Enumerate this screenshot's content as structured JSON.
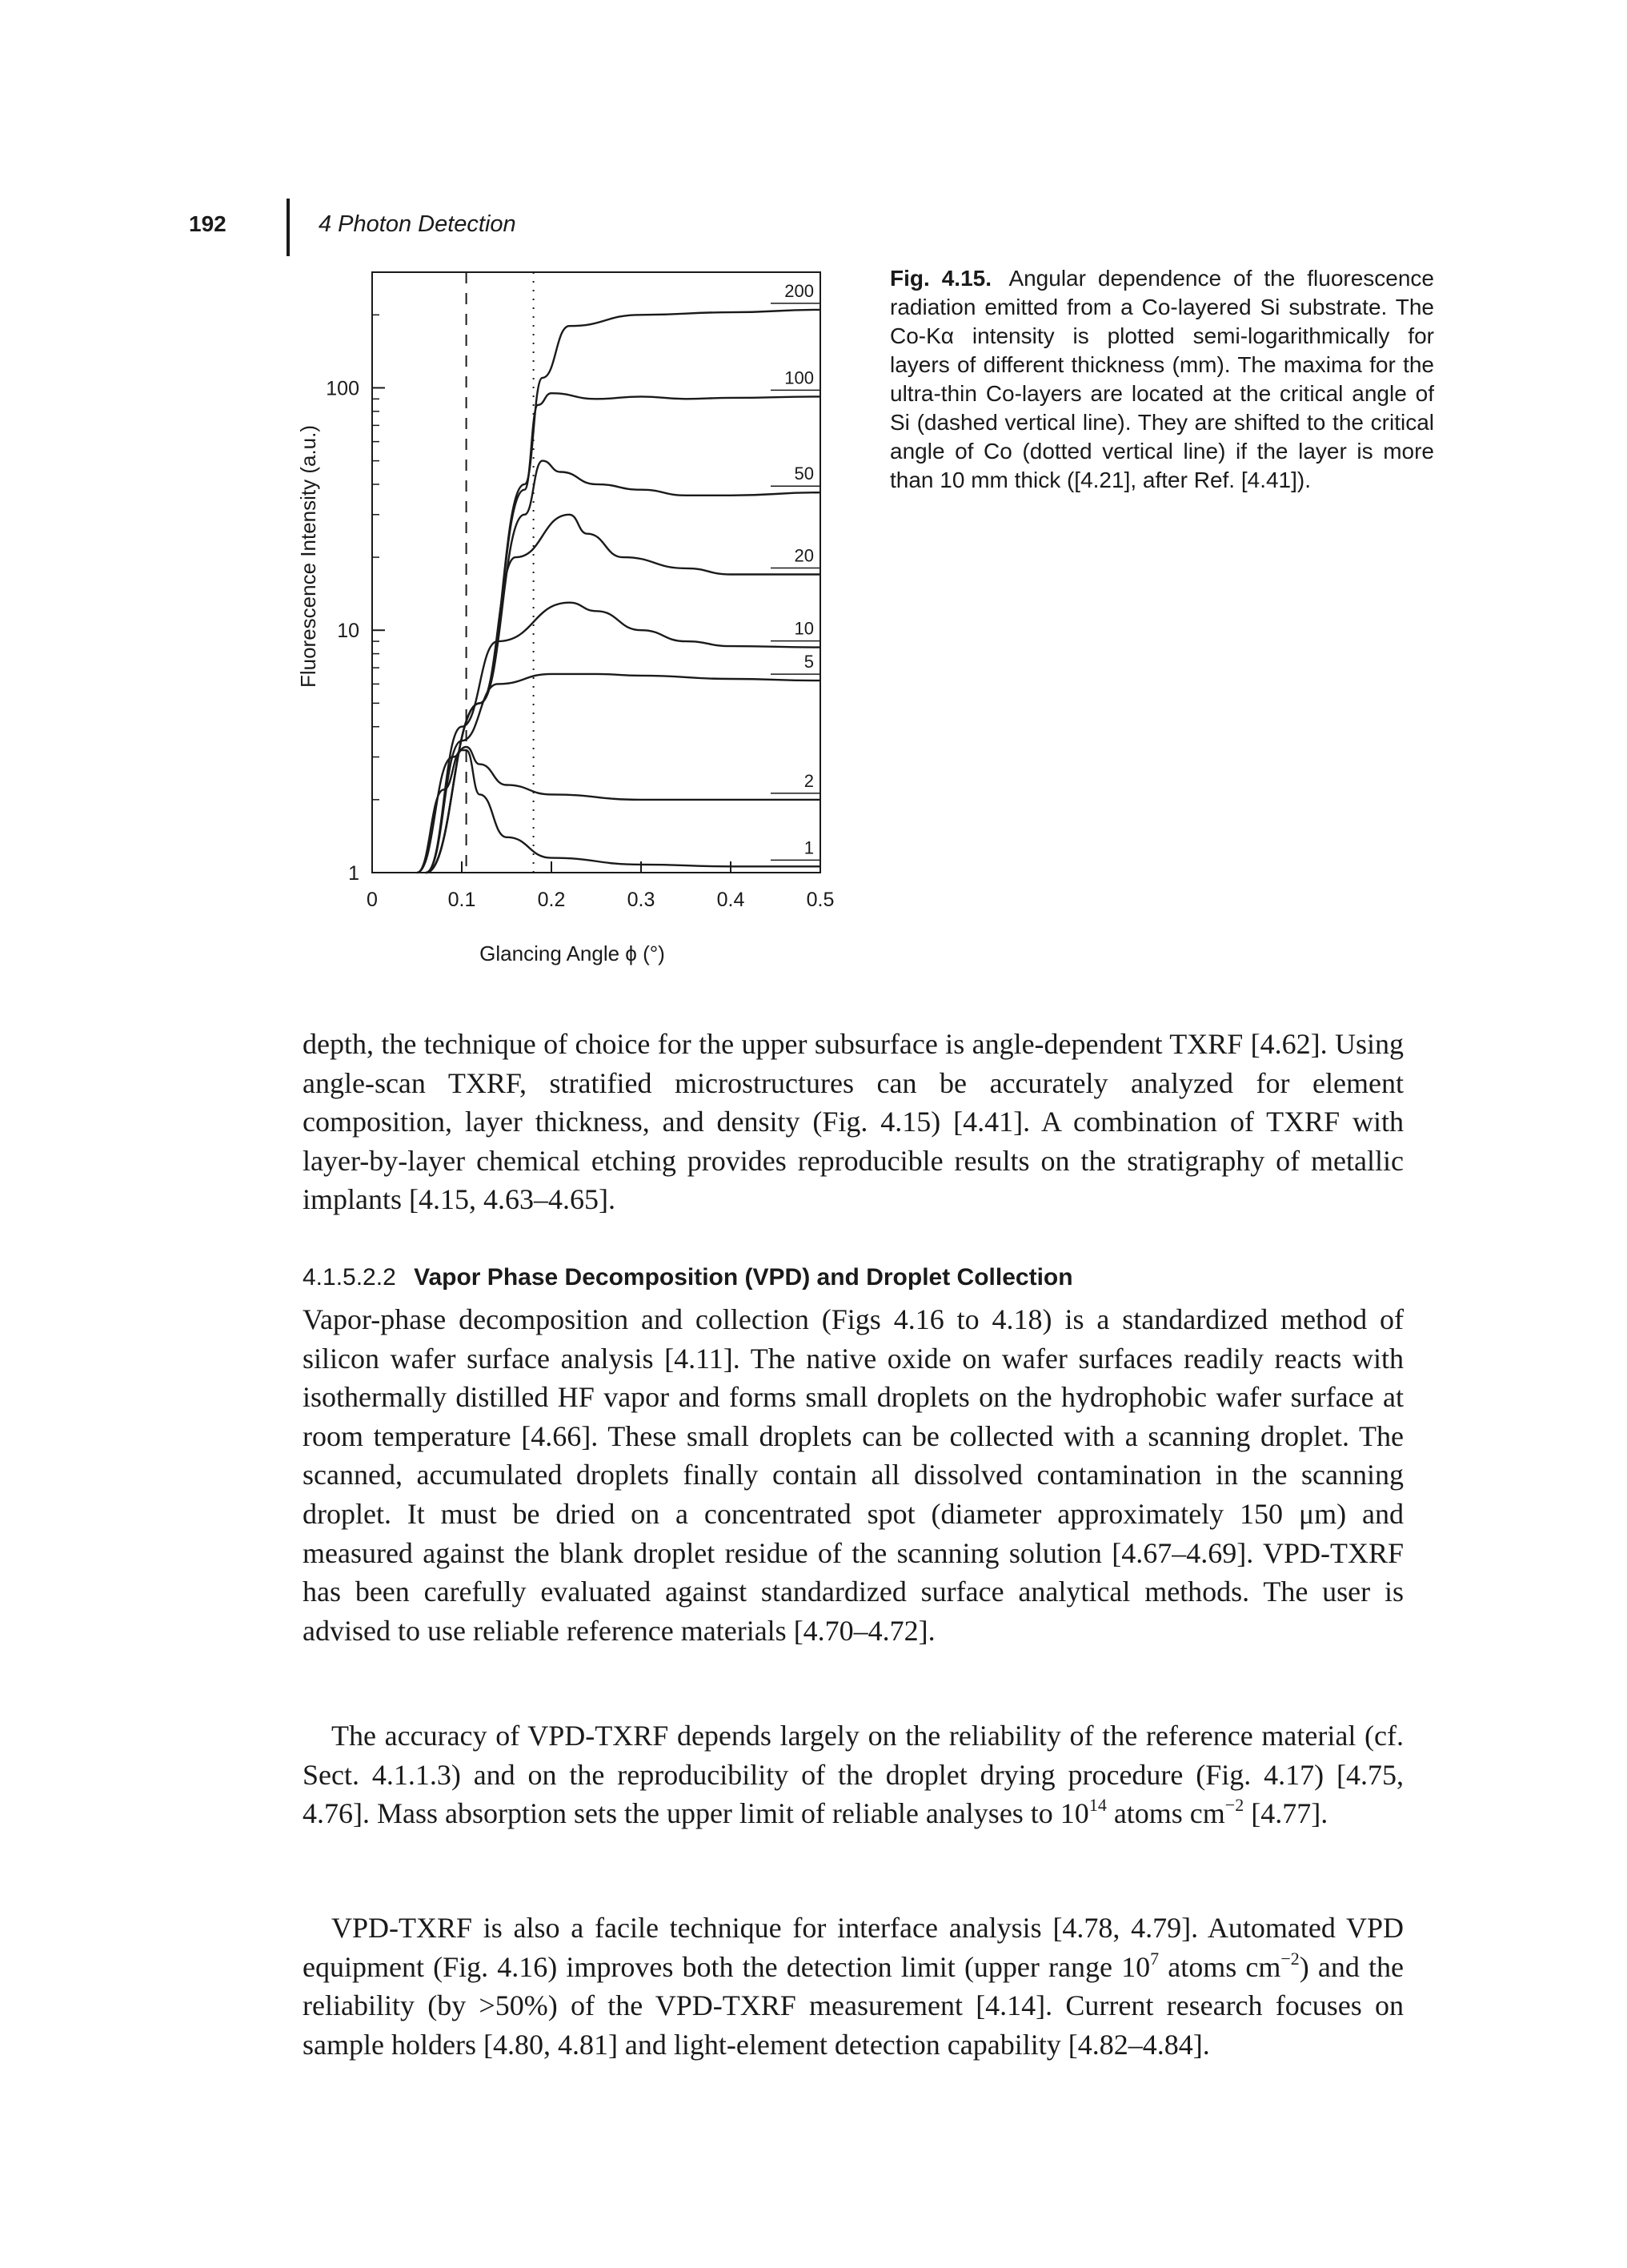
{
  "header": {
    "page_number": "192",
    "chapter": "4   Photon Detection"
  },
  "figure": {
    "label": "Fig. 4.15.",
    "caption": "Angular dependence of the fluorescence radiation emitted from a Co-layered Si substrate. The Co-Kα intensity is plotted semi-logarithmically for layers of different thickness (mm). The maxima for the ultra-thin Co-layers are located at the critical angle of Si (dashed vertical line). They are shifted to the critical angle of Co (dotted vertical line) if the layer is more than 10 mm thick ([4.21], after Ref. [4.41])."
  },
  "chart_data": {
    "type": "line",
    "xlabel": "Glancing Angle ϕ (°)",
    "ylabel": "Fluorescence Intensity (a.u.)",
    "xlim": [
      0,
      0.5
    ],
    "ylim": [
      1,
      300
    ],
    "yscale": "log",
    "x_ticks": [
      "0",
      "0.1",
      "0.2",
      "0.3",
      "0.4",
      "0.5"
    ],
    "y_ticks": [
      "1",
      "10",
      "100"
    ],
    "reference_lines": [
      {
        "style": "dashed",
        "x": 0.105,
        "meaning": "critical angle of Si"
      },
      {
        "style": "dotted",
        "x": 0.18,
        "meaning": "critical angle of Co"
      }
    ],
    "series": [
      {
        "name": "200",
        "x": [
          0.06,
          0.12,
          0.17,
          0.19,
          0.22,
          0.3,
          0.4,
          0.5
        ],
        "y": [
          1,
          5,
          40,
          110,
          180,
          200,
          205,
          210
        ]
      },
      {
        "name": "100",
        "x": [
          0.06,
          0.12,
          0.17,
          0.185,
          0.2,
          0.25,
          0.3,
          0.35,
          0.4,
          0.5
        ],
        "y": [
          1,
          5,
          38,
          85,
          95,
          90,
          92,
          90,
          91,
          92
        ]
      },
      {
        "name": "50",
        "x": [
          0.06,
          0.12,
          0.17,
          0.19,
          0.21,
          0.25,
          0.3,
          0.35,
          0.4,
          0.5
        ],
        "y": [
          1,
          5,
          30,
          50,
          45,
          40,
          38,
          36,
          36,
          37
        ]
      },
      {
        "name": "20",
        "x": [
          0.06,
          0.12,
          0.16,
          0.22,
          0.24,
          0.28,
          0.35,
          0.4,
          0.5
        ],
        "y": [
          1,
          5,
          20,
          30,
          25,
          20,
          18,
          17,
          17
        ]
      },
      {
        "name": "10",
        "x": [
          0.06,
          0.1,
          0.14,
          0.22,
          0.25,
          0.3,
          0.35,
          0.4,
          0.5
        ],
        "y": [
          1,
          4,
          9,
          13,
          12,
          10,
          9,
          8.6,
          8.5
        ]
      },
      {
        "name": "5",
        "x": [
          0.06,
          0.1,
          0.14,
          0.2,
          0.25,
          0.3,
          0.4,
          0.5
        ],
        "y": [
          1,
          3.5,
          6,
          6.6,
          6.6,
          6.5,
          6.3,
          6.2
        ]
      },
      {
        "name": "2",
        "x": [
          0.05,
          0.09,
          0.105,
          0.12,
          0.15,
          0.2,
          0.3,
          0.4,
          0.5
        ],
        "y": [
          1,
          3,
          3.3,
          2.8,
          2.3,
          2.1,
          2,
          2,
          2
        ]
      },
      {
        "name": "1",
        "x": [
          0.05,
          0.08,
          0.1,
          0.105,
          0.12,
          0.15,
          0.2,
          0.3,
          0.4,
          0.5
        ],
        "y": [
          1,
          2.2,
          3.2,
          3.2,
          2.1,
          1.4,
          1.15,
          1.08,
          1.06,
          1.06
        ]
      }
    ]
  },
  "paragraph1": "depth, the technique of choice for the upper subsurface is angle-dependent TXRF [4.62]. Using angle-scan TXRF, stratified microstructures can be accurately analyzed for element composition, layer thickness, and density (Fig. 4.15) [4.41]. A combination of TXRF with layer-by-layer chemical etching provides reproducible results on the stratigraphy of metallic implants [4.15, 4.63–4.65].",
  "section": {
    "number": "4.1.5.2.2",
    "title": "Vapor Phase Decomposition (VPD) and Droplet Collection"
  },
  "paragraph2": "Vapor-phase decomposition and collection (Figs 4.16 to 4.18) is a standardized method of silicon wafer surface analysis [4.11]. The native oxide on wafer surfaces readily reacts with isothermally distilled HF vapor and forms small droplets on the hydrophobic wafer surface at room temperature [4.66]. These small droplets can be collected with a scanning droplet. The scanned, accumulated droplets finally contain all dissolved contamination in the scanning droplet. It must be dried on a concentrated spot (diameter approximately 150 μm) and measured against the blank droplet residue of the scanning solution [4.67–4.69]. VPD-TXRF has been carefully evaluated against standardized surface analytical methods. The user is advised to use reliable reference materials [4.70–4.72].",
  "paragraph3": {
    "before": "The accuracy of VPD-TXRF depends largely on the reliability of the reference material (cf. Sect. 4.1.1.3) and on the reproducibility of the droplet drying procedure (Fig. 4.17) [4.75, 4.76]. Mass absorption sets the upper limit of reliable analyses to 10",
    "exp1": "14",
    "middle": " atoms cm",
    "exp2": "−2",
    "after": " [4.77]."
  },
  "paragraph4": {
    "before": "VPD-TXRF is also a facile technique for interface analysis [4.78, 4.79]. Automated VPD equipment (Fig. 4.16) improves both the detection limit (upper range 10",
    "exp1": "7",
    "middle": " atoms cm",
    "exp2": "−2",
    "after": ") and the reliability (by >50%) of the VPD-TXRF measurement [4.14]. Current research focuses on sample holders [4.80, 4.81] and light-element detection capability [4.82–4.84]."
  }
}
